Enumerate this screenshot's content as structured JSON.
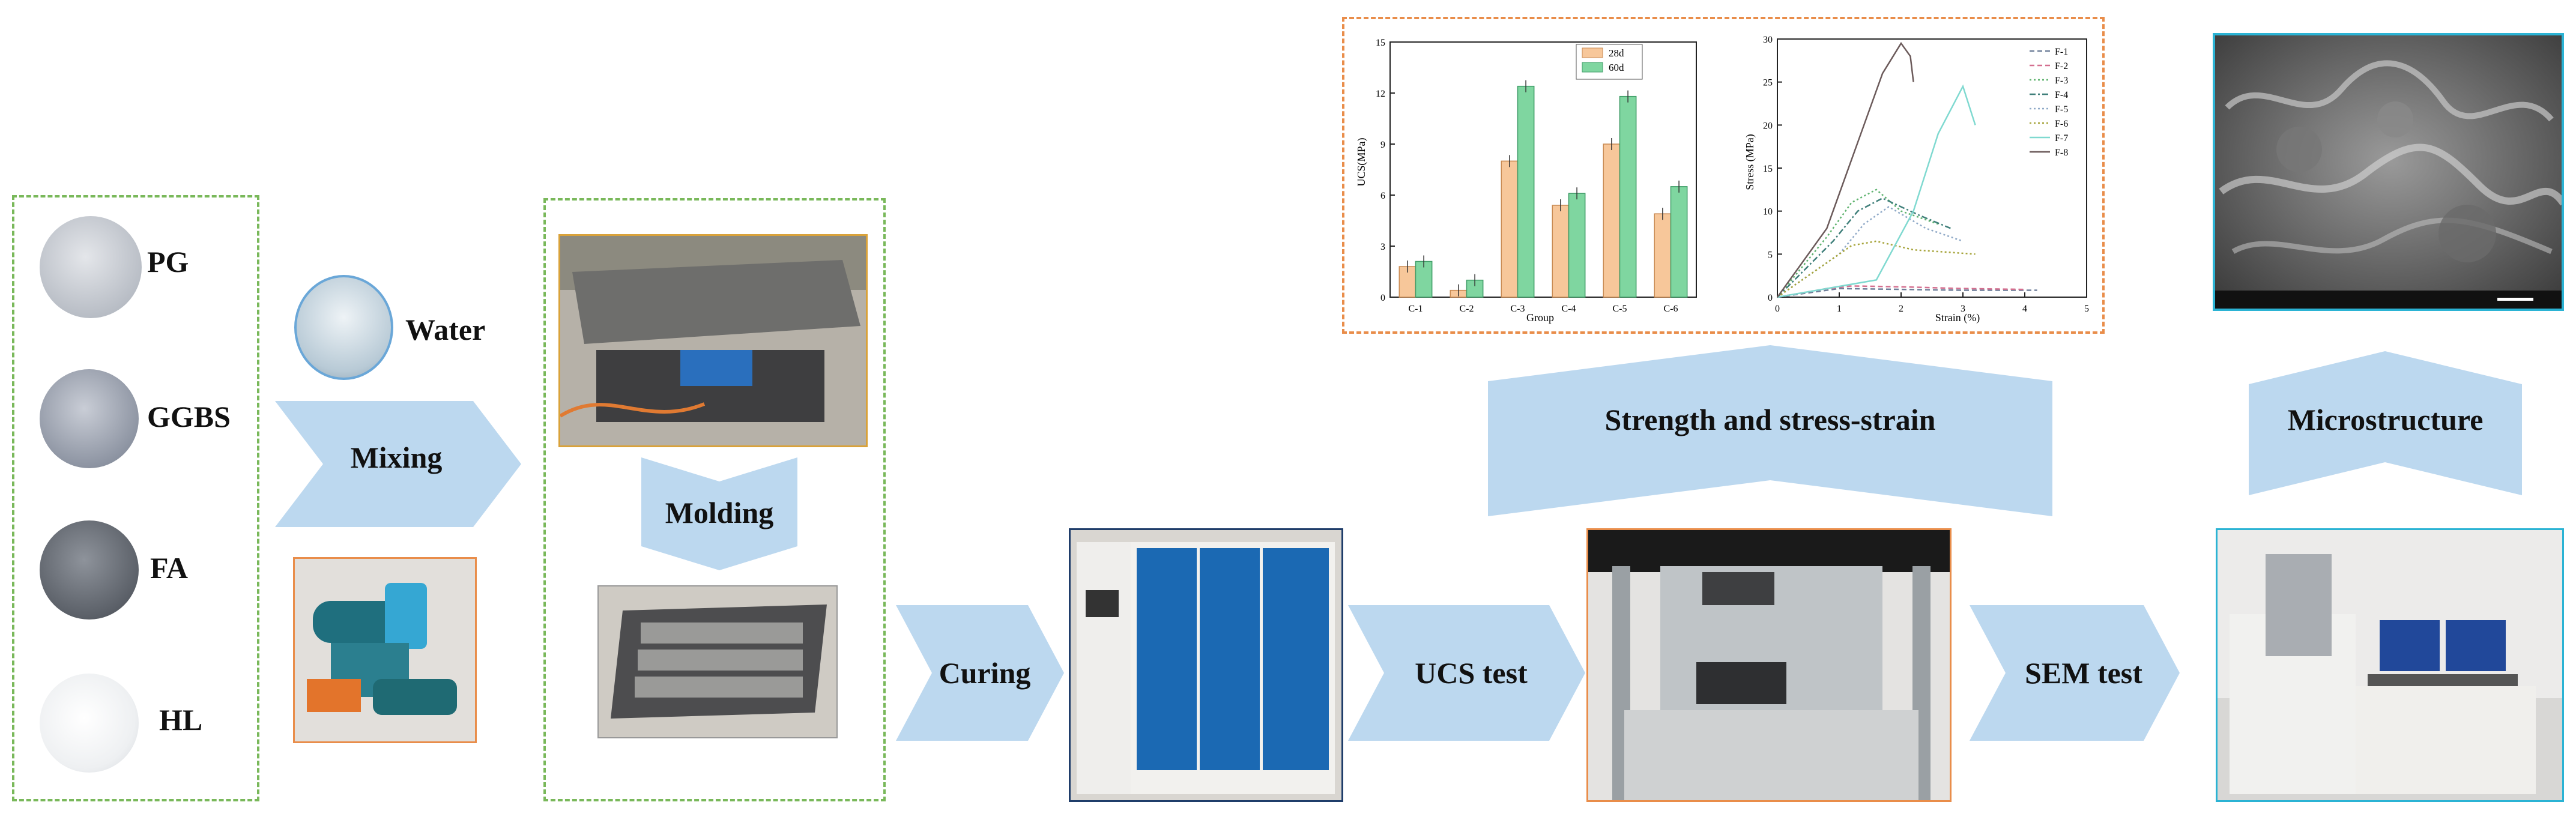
{
  "materials": [
    {
      "label": "PG"
    },
    {
      "label": "GGBS"
    },
    {
      "label": "FA"
    },
    {
      "label": "HL"
    }
  ],
  "water": {
    "label": "Water"
  },
  "steps": {
    "mixing": "Mixing",
    "molding": "Molding",
    "curing": "Curing",
    "ucs_test": "UCS test",
    "sem_test": "SEM test",
    "strength": "Strength and stress-strain",
    "microstructure": "Microstructure"
  },
  "colors": {
    "arrow": "#bcd8ef",
    "green_frame": "#79b85a",
    "orange_frame": "#e98d4a",
    "bar_28d": "#f7c79a",
    "bar_60d": "#7fd6a0"
  },
  "chart_data": [
    {
      "type": "bar",
      "categories": [
        "C-1",
        "C-2",
        "C-3",
        "C-4",
        "C-5",
        "C-6"
      ],
      "series": [
        {
          "name": "28d",
          "values": [
            1.8,
            0.4,
            8.0,
            5.4,
            9.0,
            4.9
          ]
        },
        {
          "name": "60d",
          "values": [
            2.1,
            1.0,
            12.4,
            6.1,
            11.8,
            6.5
          ]
        }
      ],
      "yticks": [
        "0",
        "3",
        "6",
        "9",
        "12",
        "15"
      ],
      "xlabel": "Group",
      "ylabel": "UCS(MPa)",
      "ylim": [
        0,
        15
      ],
      "legend": "top-center"
    },
    {
      "type": "line",
      "series": [
        {
          "name": "F-1",
          "x": [
            0,
            1.0,
            2.0,
            3.0,
            4.2
          ],
          "y": [
            0,
            1.0,
            0.9,
            0.8,
            0.8
          ]
        },
        {
          "name": "F-2",
          "x": [
            0,
            0.8,
            1.2,
            2.0,
            3.0,
            4.0
          ],
          "y": [
            0,
            1.0,
            1.3,
            1.2,
            1.0,
            0.9
          ]
        },
        {
          "name": "F-3",
          "x": [
            0,
            0.8,
            1.2,
            1.6,
            2.0,
            2.6
          ],
          "y": [
            0,
            7.0,
            11.0,
            12.5,
            10.0,
            8.5
          ]
        },
        {
          "name": "F-4",
          "x": [
            0,
            0.9,
            1.3,
            1.7,
            2.3,
            2.8
          ],
          "y": [
            0,
            6.5,
            10.0,
            11.5,
            9.5,
            8.0
          ]
        },
        {
          "name": "F-5",
          "x": [
            0,
            1.0,
            1.4,
            1.8,
            2.4,
            3.0
          ],
          "y": [
            0,
            5.0,
            8.5,
            10.5,
            8.0,
            6.5
          ]
        },
        {
          "name": "F-6",
          "x": [
            0,
            0.8,
            1.2,
            1.6,
            2.2,
            3.2
          ],
          "y": [
            0,
            4.0,
            6.0,
            6.5,
            5.5,
            5.0
          ]
        },
        {
          "name": "F-7",
          "x": [
            0,
            1.6,
            2.2,
            2.6,
            3.0,
            3.2
          ],
          "y": [
            0,
            2.0,
            10.0,
            19.0,
            24.5,
            20.0
          ]
        },
        {
          "name": "F-8",
          "x": [
            0,
            0.8,
            1.3,
            1.7,
            2.0,
            2.15,
            2.2
          ],
          "y": [
            0,
            8.0,
            18.0,
            26.0,
            29.5,
            28.0,
            25.0
          ]
        }
      ],
      "xticks": [
        "0",
        "1",
        "2",
        "3",
        "4",
        "5"
      ],
      "yticks": [
        "0",
        "5",
        "10",
        "15",
        "20",
        "25",
        "30"
      ],
      "xlabel": "Strain (%)",
      "ylabel": "Stress (MPa)",
      "xlim": [
        0,
        5
      ],
      "ylim": [
        0,
        30
      ],
      "legend": "top-right"
    }
  ]
}
